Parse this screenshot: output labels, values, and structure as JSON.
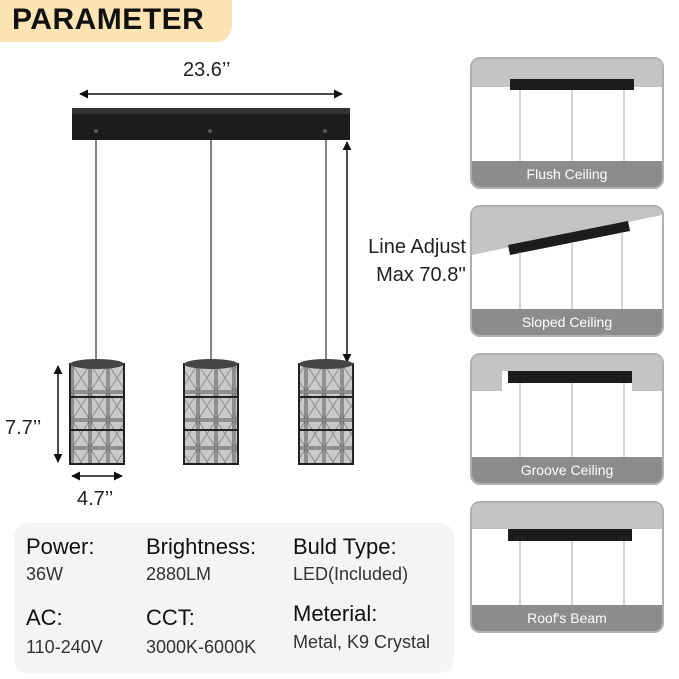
{
  "banner": {
    "title": "PARAMETER"
  },
  "dimensions": {
    "width": "23.6’’",
    "height": "7.7’’",
    "diameter": "4.7’’",
    "line_adjust_line1": "Line Adjust",
    "line_adjust_line2": "Max 70.8''"
  },
  "ceiling_types": [
    {
      "label": "Flush Ceiling"
    },
    {
      "label": "Sloped Ceiling"
    },
    {
      "label": "Groove Ceiling"
    },
    {
      "label": "Roof's Beam"
    }
  ],
  "specs": {
    "power": {
      "label": "Power:",
      "value": "36W"
    },
    "brightness": {
      "label": "Brightness:",
      "value": "2880LM"
    },
    "bulb_type": {
      "label": "Buld Type:",
      "value": "LED(Included)"
    },
    "ac": {
      "label": "AC:",
      "value": "110-240V"
    },
    "cct": {
      "label": "CCT:",
      "value": "3000K-6000K"
    },
    "material": {
      "label": "Meterial:",
      "value": "Metal, K9 Crystal"
    }
  }
}
